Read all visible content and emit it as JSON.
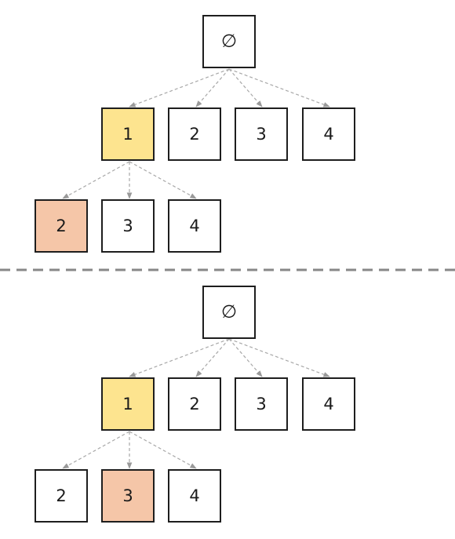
{
  "colors": {
    "parent_fill": "#fde48f",
    "current_fill": "#f5c6a8",
    "box_border": "#1e1e1e",
    "edge": "#a8a8a8",
    "divider": "#888888"
  },
  "panels": [
    {
      "root": "∅",
      "level1": [
        "1",
        "2",
        "3",
        "4"
      ],
      "level2": [
        "2",
        "3",
        "4"
      ],
      "highlighted_level1": "1",
      "highlighted_level2": "2"
    },
    {
      "root": "∅",
      "level1": [
        "1",
        "2",
        "3",
        "4"
      ],
      "level2": [
        "2",
        "3",
        "4"
      ],
      "highlighted_level1": "1",
      "highlighted_level2": "3"
    }
  ]
}
